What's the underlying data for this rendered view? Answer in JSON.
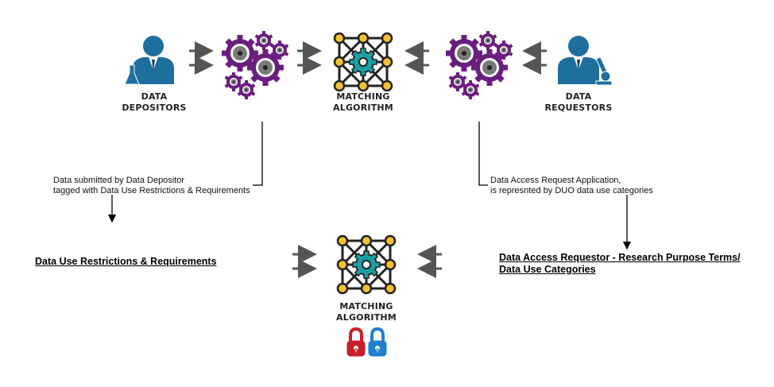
{
  "top_row": {
    "depositors_label_line1": "DATA",
    "depositors_label_line2": "DEPOSITORS",
    "matching_label_line1": "MATCHING",
    "matching_label_line2": "ALGORITHM",
    "requestors_label_line1": "DATA",
    "requestors_label_line2": "REQUESTORS"
  },
  "notes": {
    "left_line1": "Data submitted by Data Depositor",
    "left_line2": "tagged with Data Use Restrictions & Requirements",
    "right_line1": "Data Access Request Application,",
    "right_line2": "is represnted by DUO data use categories"
  },
  "bottom_row": {
    "left_heading": "Data Use Restrictions & Requirements",
    "right_heading_line1": "Data Access Requestor - Research Purpose Terms/",
    "right_heading_line2": "Data Use Categories",
    "matching_label_line1": "MATCHING",
    "matching_label_line2": "ALGORITHM"
  },
  "colors": {
    "person_blue": "#1e6e9e",
    "gear_purple": "#6a1f7e",
    "node_yellow": "#f2c230",
    "center_gear_teal": "#1a9fa3",
    "arrow_gray": "#555555",
    "lock_red": "#c8202a",
    "lock_blue": "#1f7fd1"
  },
  "icons": [
    "person-flask-icon",
    "gears-icon",
    "network-gear-icon",
    "person-microscope-icon",
    "red-padlock-icon",
    "blue-padlock-icon"
  ]
}
